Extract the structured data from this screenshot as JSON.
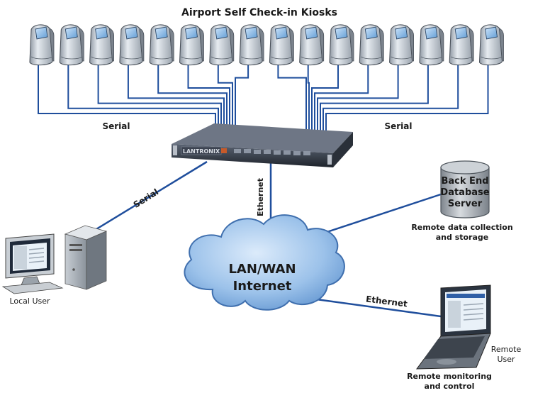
{
  "diagram": {
    "title": "Airport Self Check-in Kiosks",
    "kiosk_count": 16,
    "device_brand": "LANTRONIX",
    "labels": {
      "serial_left": "Serial",
      "serial_right": "Serial",
      "serial_local": "Serial",
      "ethernet_vertical": "Ethernet",
      "ethernet_remote": "Ethernet"
    },
    "cloud": {
      "line1": "LAN/WAN",
      "line2": "Internet"
    },
    "database": {
      "line1": "Back End",
      "line2": "Database",
      "line3": "Server",
      "caption1": "Remote data collection",
      "caption2": "and storage"
    },
    "local_user": {
      "label": "Local User"
    },
    "remote_user": {
      "label1": "Remote",
      "label2": "User",
      "caption1": "Remote monitoring",
      "caption2": "and control"
    },
    "colors": {
      "link": "#1f4e9c",
      "kiosk_body": "#b9c2cc",
      "kiosk_screen": "#7fb2df",
      "cloud": "#8fb8e6",
      "switch": "#2a2f3a"
    }
  }
}
